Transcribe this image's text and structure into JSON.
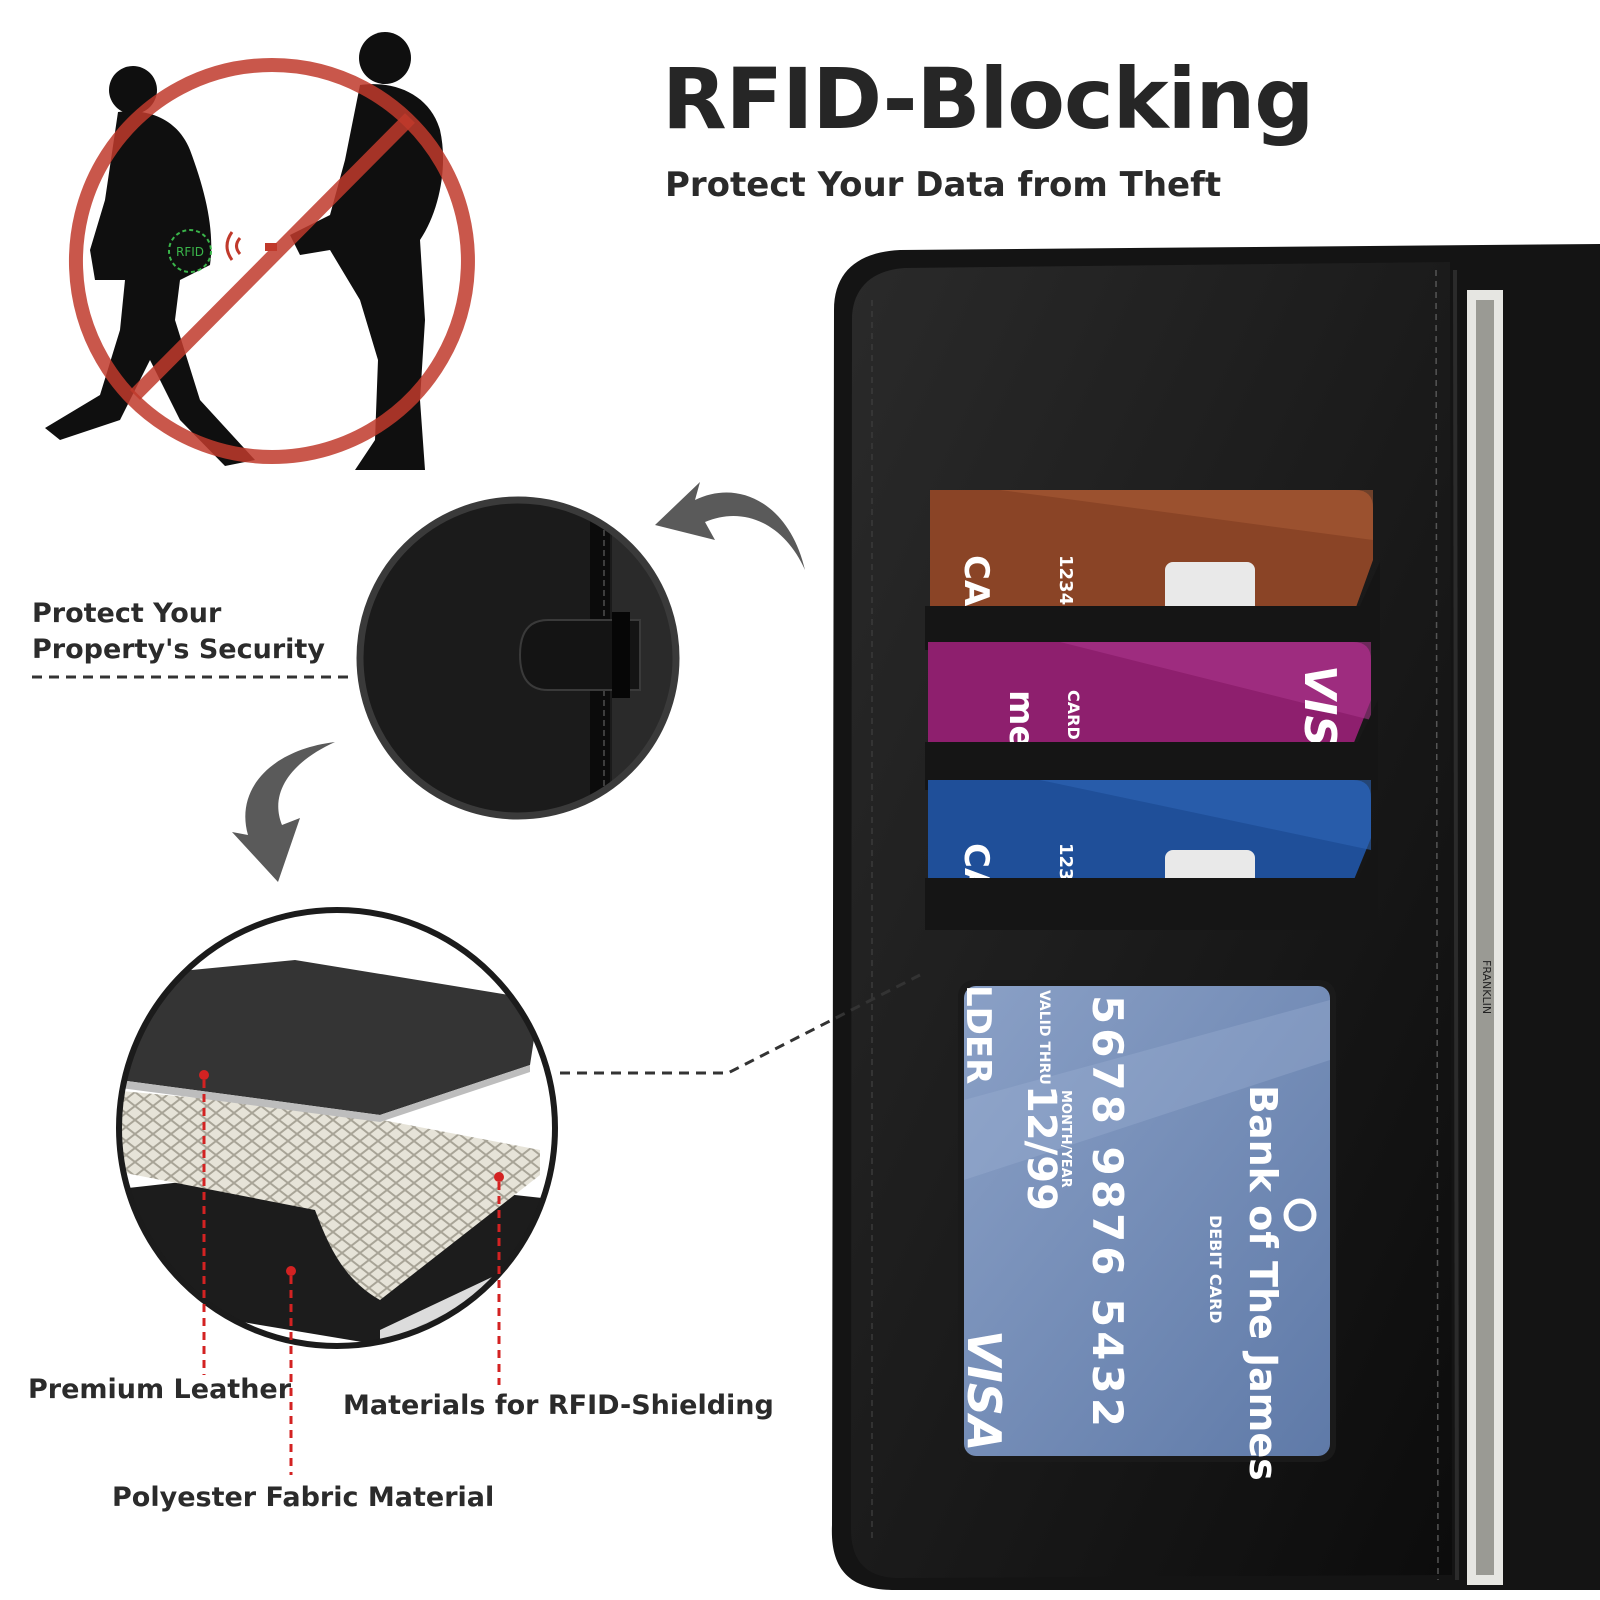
{
  "heading": {
    "title": "RFID-Blocking",
    "subtitle": "Protect Your Data from Theft"
  },
  "callouts": {
    "security_line1": "Protect Your",
    "security_line2": "Property's Security",
    "premium_leather": "Premium Leather",
    "rfid_shielding": "Materials for RFID-Shielding",
    "polyester": "Polyester Fabric Material"
  },
  "theft_illustration": {
    "rfid_badge": "RFID"
  },
  "id_card": {
    "card_number": "5678 9876 5432",
    "valid_thru_label": "VALID THRU",
    "expiry": "12/99",
    "month_year_label": "MONTH/YEAR",
    "bank_name": "Bank of The James",
    "card_type": "DEBIT CARD",
    "brand": "VISA",
    "holder_fragment": "LDER"
  },
  "slot_cards": {
    "brown_fragment": "CA",
    "brown_digits": "1234",
    "purple_fragment": "mes",
    "purple_card_label": "CARD",
    "purple_brand": "VISA",
    "blue_fragment": "CA",
    "blue_digits": "123"
  },
  "banknote_text": "FRANKLIN",
  "colors": {
    "prohibition_red": "#c0392b",
    "leather_black": "#121212",
    "brown_card": "#8a4426",
    "purple_card": "#8e1f6e",
    "blue_card": "#1f4f99",
    "id_card": "#6f88b4",
    "dash_red": "#d32222"
  }
}
